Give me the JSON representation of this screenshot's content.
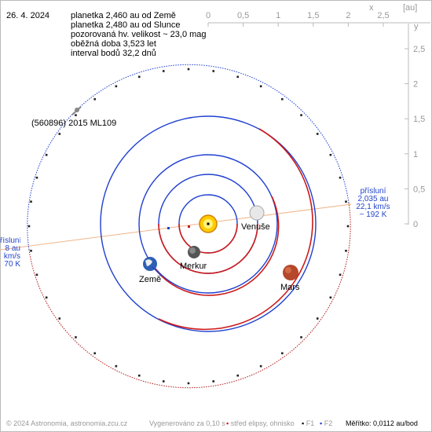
{
  "header": {
    "date": "26. 4. 2024",
    "lines": [
      "planetka 2,460 au od Země",
      "planetka 2,480 au od Slunce",
      "pozorovaná hv. velikost ~ 23,0 mag",
      "oběžná doba 3,523 let",
      "interval bodů 32,2 dnů"
    ]
  },
  "asteroid_label": "(560896) 2015 ML109",
  "axis": {
    "unit": "[au]",
    "x_label": "x",
    "y_label": "y",
    "x_ticks": [
      "0",
      "0,5",
      "1",
      "1,5",
      "2",
      "2,5"
    ],
    "y_ticks": [
      "2,5",
      "2",
      "1,5",
      "1",
      "0,5",
      "0"
    ]
  },
  "planets": {
    "mercury": "Merkur",
    "venus": "Venuše",
    "earth": "Země",
    "mars": "Mars"
  },
  "perihelion": {
    "title": "přísluní",
    "dist": "2,035 au",
    "speed": "22,1 km/s",
    "temp": "~ 192 K"
  },
  "aphelion": {
    "title": "řísluní",
    "dist": "8 au",
    "speed": "km/s",
    "temp": "70 K"
  },
  "footer": {
    "copyright": "© 2024 Astronomia, astronomia.zcu.cz",
    "generated": "Vygenerováno za 0,10 s",
    "legend_center": "střed elipsy, ohnisko",
    "legend_f1": "F1",
    "legend_f2": "F2",
    "scale": "Měřítko: 0,0112 au/bod"
  },
  "colors": {
    "orbit_blue": "#1f3fd0",
    "orbit_red": "#cc1a1a",
    "asteroid_orbit": "#b01818",
    "apsis_line": "#f0b58a",
    "axis_grey": "#bbbbbb",
    "label_blue": "#2244cc"
  }
}
